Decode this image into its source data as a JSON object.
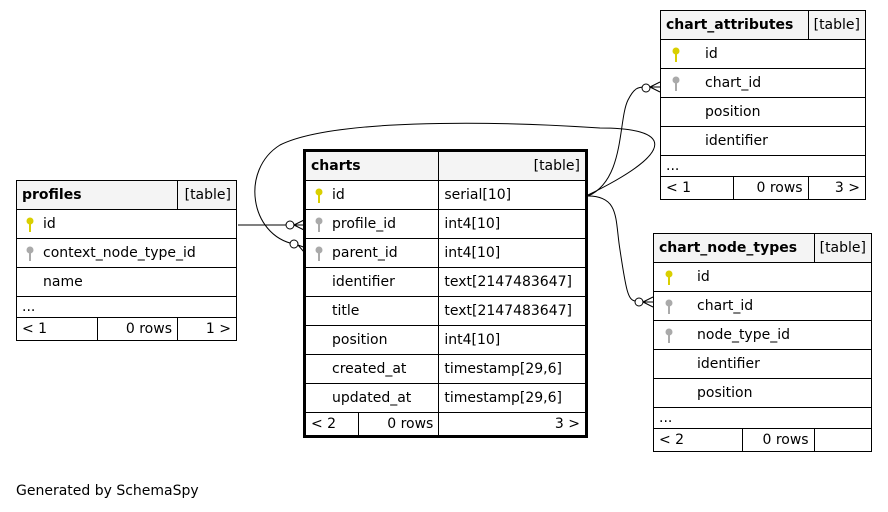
{
  "tables": {
    "profiles": {
      "name": "profiles",
      "kind": "[table]",
      "columns": [
        {
          "name": "id",
          "key": "primary"
        },
        {
          "name": "context_node_type_id",
          "key": "foreign"
        },
        {
          "name": "name",
          "key": ""
        }
      ],
      "ellipsis": "...",
      "footer": {
        "left": "< 1",
        "rows": "0 rows",
        "right": "1 >"
      }
    },
    "charts": {
      "name": "charts",
      "kind": "[table]",
      "columns": [
        {
          "name": "id",
          "type": "serial[10]",
          "key": "primary"
        },
        {
          "name": "profile_id",
          "type": "int4[10]",
          "key": "foreign"
        },
        {
          "name": "parent_id",
          "type": "int4[10]",
          "key": "foreign"
        },
        {
          "name": "identifier",
          "type": "text[2147483647]",
          "key": ""
        },
        {
          "name": "title",
          "type": "text[2147483647]",
          "key": ""
        },
        {
          "name": "position",
          "type": "int4[10]",
          "key": ""
        },
        {
          "name": "created_at",
          "type": "timestamp[29,6]",
          "key": ""
        },
        {
          "name": "updated_at",
          "type": "timestamp[29,6]",
          "key": ""
        }
      ],
      "footer": {
        "left": "< 2",
        "rows": "0 rows",
        "right": "3 >"
      }
    },
    "chart_attributes": {
      "name": "chart_attributes",
      "kind": "[table]",
      "columns": [
        {
          "name": "id",
          "key": "primary"
        },
        {
          "name": "chart_id",
          "key": "foreign"
        },
        {
          "name": "position",
          "key": ""
        },
        {
          "name": "identifier",
          "key": ""
        }
      ],
      "ellipsis": "...",
      "footer": {
        "left": "< 1",
        "rows": "0 rows",
        "right": "3 >"
      }
    },
    "chart_node_types": {
      "name": "chart_node_types",
      "kind": "[table]",
      "columns": [
        {
          "name": "id",
          "key": "primary"
        },
        {
          "name": "chart_id",
          "key": "foreign"
        },
        {
          "name": "node_type_id",
          "key": "foreign"
        },
        {
          "name": "identifier",
          "key": ""
        },
        {
          "name": "position",
          "key": ""
        }
      ],
      "ellipsis": "...",
      "footer": {
        "left": "< 2",
        "rows": "0 rows",
        "right": ""
      }
    }
  },
  "colors": {
    "primary_key": "#d9cf00",
    "foreign_key": "#aaaaaa",
    "header_bg": "#f4f4f4"
  },
  "credit": "Generated by SchemaSpy"
}
